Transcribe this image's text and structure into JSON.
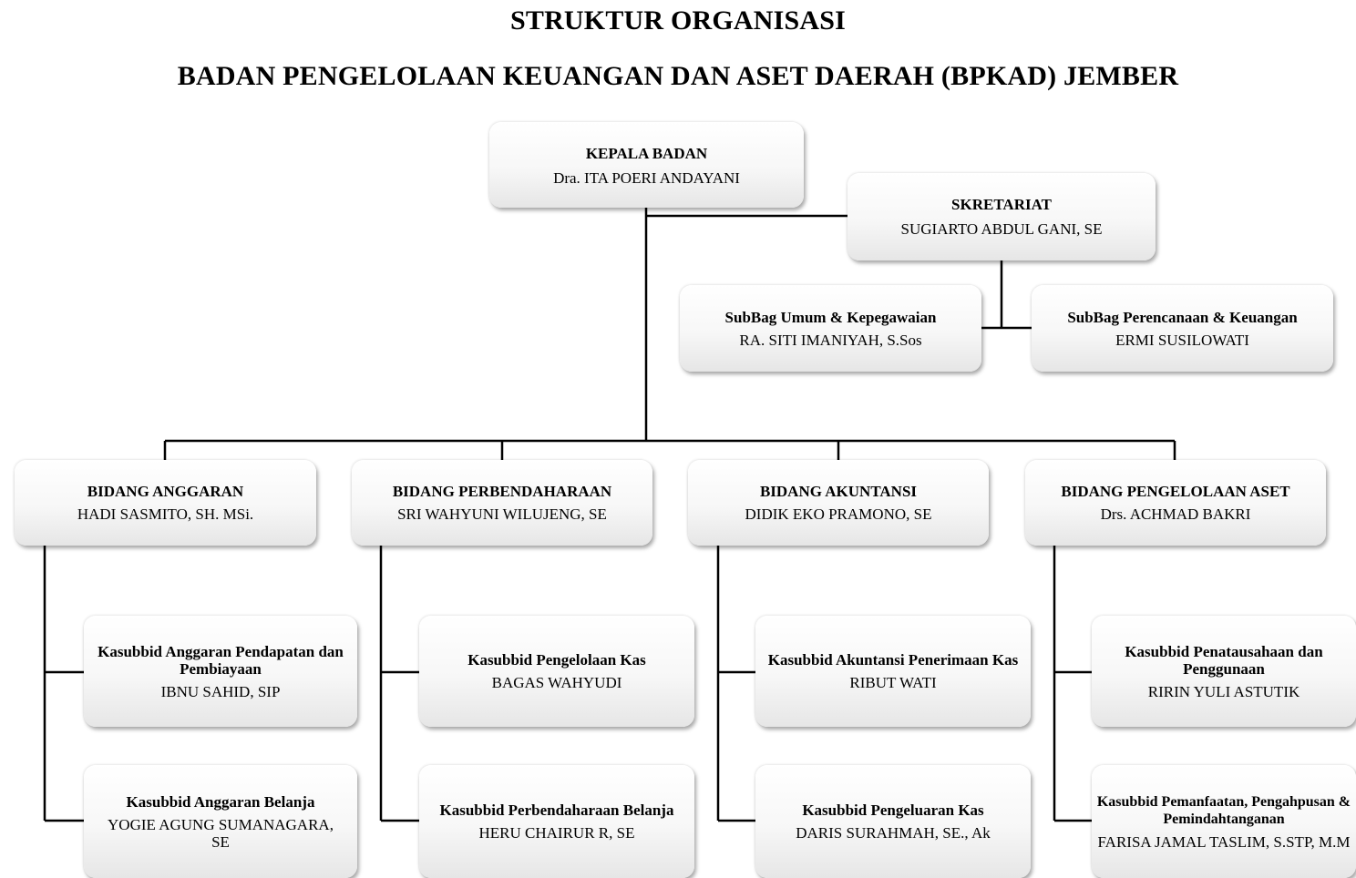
{
  "title": "STRUKTUR ORGANISASI",
  "subtitle": "BADAN PENGELOLAAN KEUANGAN DAN ASET DAERAH (BPKAD) JEMBER",
  "kepala": {
    "heading": "KEPALA BADAN",
    "name": "Dra. ITA POERI ANDAYANI"
  },
  "sekretariat": {
    "heading": "SKRETARIAT",
    "name": "SUGIARTO ABDUL GANI, SE"
  },
  "subbag": [
    {
      "heading": "SubBag Umum & Kepegawaian",
      "name": "RA. SITI IMANIYAH, S.Sos"
    },
    {
      "heading": "SubBag Perencanaan & Keuangan",
      "name": "ERMI SUSILOWATI"
    }
  ],
  "bidang": [
    {
      "heading": "BIDANG ANGGARAN",
      "name": "HADI SASMITO, SH. MSi.",
      "subs": [
        {
          "heading": "Kasubbid Anggaran Pendapatan dan Pembiayaan",
          "name": "IBNU SAHID, SIP"
        },
        {
          "heading": "Kasubbid Anggaran Belanja",
          "name": "YOGIE AGUNG SUMANAGARA, SE"
        }
      ]
    },
    {
      "heading": "BIDANG PERBENDAHARAAN",
      "name": "SRI WAHYUNI WILUJENG, SE",
      "subs": [
        {
          "heading": "Kasubbid Pengelolaan Kas",
          "name": "BAGAS WAHYUDI"
        },
        {
          "heading": "Kasubbid Perbendaharaan Belanja",
          "name": "HERU CHAIRUR R, SE"
        }
      ]
    },
    {
      "heading": "BIDANG AKUNTANSI",
      "name": "DIDIK EKO PRAMONO, SE",
      "subs": [
        {
          "heading": "Kasubbid Akuntansi Penerimaan Kas",
          "name": "RIBUT WATI"
        },
        {
          "heading": "Kasubbid Pengeluaran Kas",
          "name": "DARIS SURAHMAH, SE., Ak"
        }
      ]
    },
    {
      "heading": "BIDANG PENGELOLAAN ASET",
      "name": "Drs. ACHMAD BAKRI",
      "subs": [
        {
          "heading": "Kasubbid Penatausahaan dan Penggunaan",
          "name": "RIRIN YULI ASTUTIK"
        },
        {
          "heading": "Kasubbid Pemanfaatan, Pengahpusan & Pemindahtanganan",
          "name": "FARISA JAMAL TASLIM, S.STP, M.M"
        }
      ]
    }
  ],
  "colors": {
    "line": "#000000",
    "box_top": "#ffffff",
    "box_bottom": "#e6e6e6",
    "background": "#ffffff"
  }
}
